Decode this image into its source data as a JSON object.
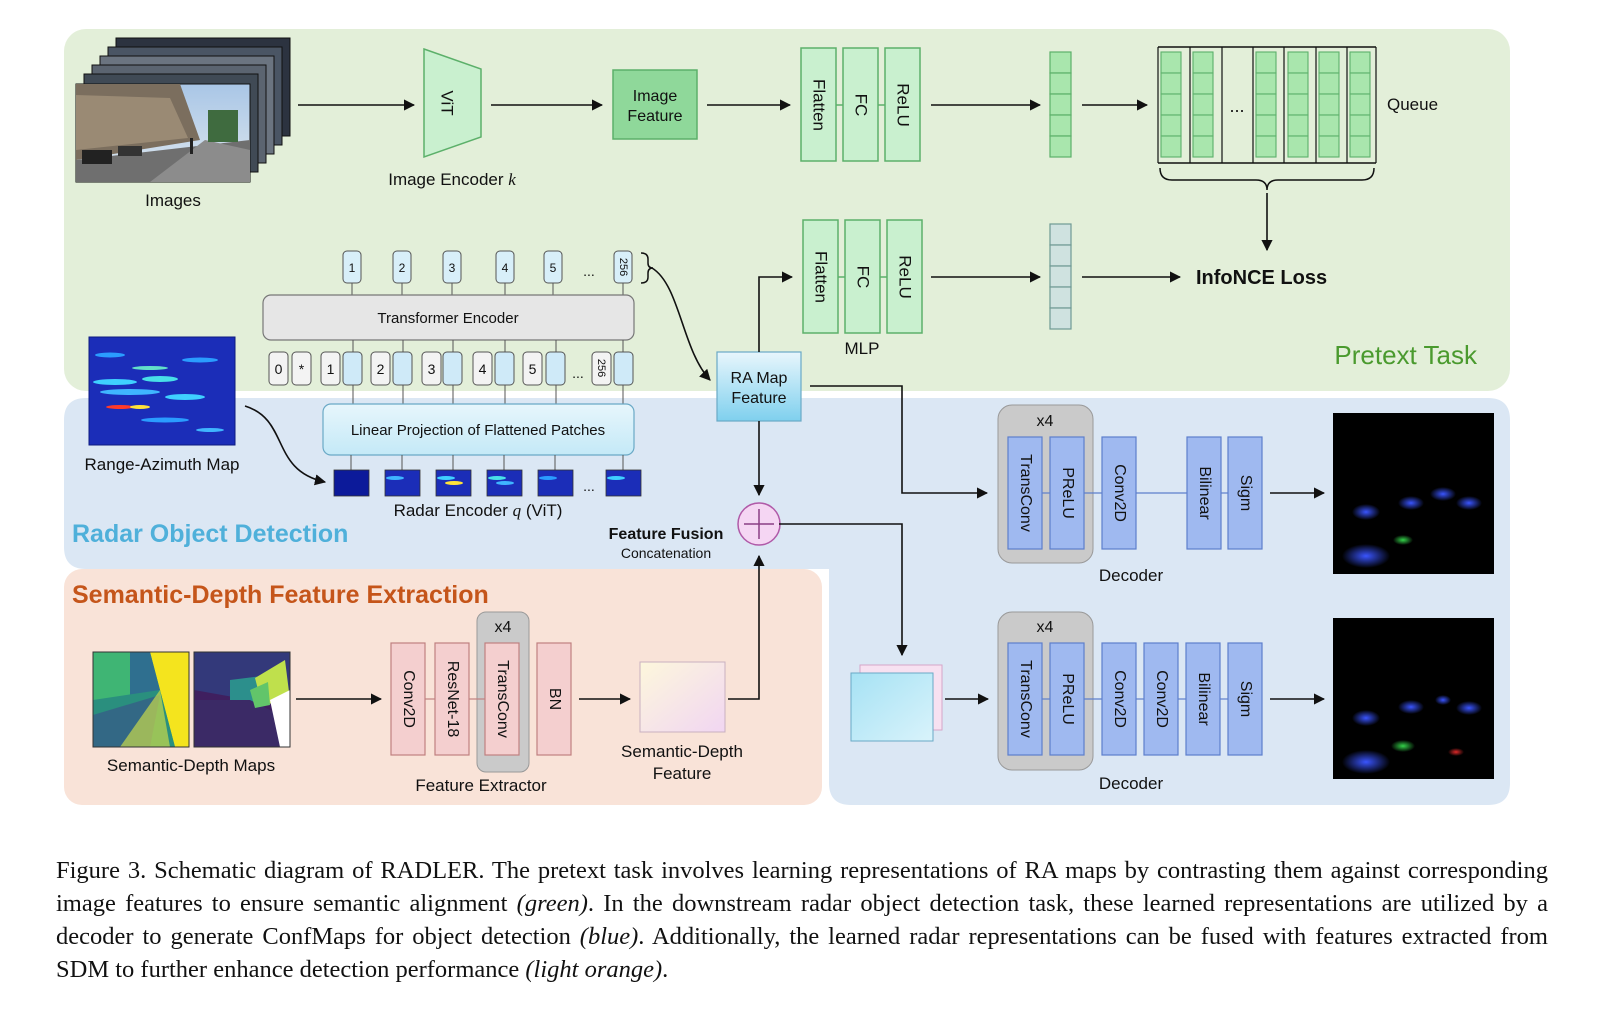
{
  "images_label": "Images",
  "vit_label": "ViT",
  "image_encoder_label": "Image Encoder ",
  "image_encoder_k": "k",
  "image_feature_label": [
    "Image",
    "Feature"
  ],
  "flatten_label": "Flatten",
  "fc_label": "FC",
  "relu_label": "ReLU",
  "queue_dots": "...",
  "queue_label": "Queue",
  "infonce_label": "InfoNCE Loss",
  "mlp_label": "MLP",
  "pretext_label": "Pretext Task",
  "tokens_top": [
    "1",
    "2",
    "3",
    "4",
    "5"
  ],
  "token_dots": "...",
  "token_last": "256",
  "transformer_label": "Transformer Encoder",
  "pos_tokens": [
    "0",
    "*",
    "1",
    "2",
    "3",
    "4",
    "5"
  ],
  "linear_proj_label": "Linear Projection of Flattened Patches",
  "radar_encoder_label": "Radar Encoder ",
  "radar_encoder_q": "q",
  "radar_encoder_suffix": " (ViT)",
  "ra_map_label": "Range-Azimuth Map",
  "ra_feature_label": [
    "RA Map",
    "Feature"
  ],
  "radar_detection_label": "Radar Object Detection",
  "feature_fusion_label": "Feature Fusion",
  "concatenation_label": "Concatenation",
  "x4_label": "x4",
  "transconv_label": "TransConv",
  "prelu_label": "PReLU",
  "conv2d_label": "Conv2D",
  "bilinear_label": "Bilinear",
  "sigm_label": "Sigm",
  "decoder_label": "Decoder",
  "semantic_title": "Semantic-Depth Feature Extraction",
  "sdm_label": "Semantic-Depth Maps",
  "resnet_label": "ResNet-18",
  "bn_label": "BN",
  "feature_extractor_label": "Feature Extractor",
  "sd_feature_label": [
    "Semantic-Depth",
    "Feature"
  ],
  "caption": {
    "prefix": "Figure 3.  Schematic diagram of RADLER. The pretext task involves learning representations of RA maps by contrasting them against corresponding image features to ensure semantic alignment ",
    "green": "(green)",
    "mid1": ". In the downstream radar object detection task, these learned representations are utilized by a decoder to generate ConfMaps for object detection ",
    "blue": "(blue)",
    "mid2": ".  Additionally, the learned radar representations can be fused with features extracted from SDM to further enhance detection performance ",
    "orange": "(light orange)",
    "end": "."
  },
  "colors": {
    "pretext_bg": "#e3efd9",
    "radar_bg": "#dbe7f4",
    "semantic_bg": "#f9e3d8",
    "green_box": "#c9f0cf",
    "green_stroke": "#5cb06a",
    "blue_block": "#9fb9f0",
    "pink_block": "#f4cfcf",
    "pretext_text": "#4a9a2e",
    "radar_text": "#4fb0da",
    "semantic_text": "#c5551a"
  }
}
